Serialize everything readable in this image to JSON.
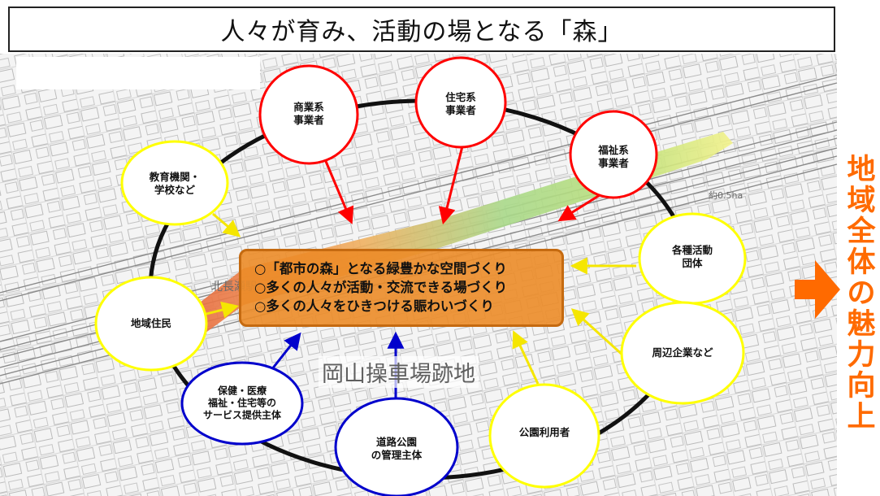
{
  "title": "人々が育み、活動の場となる「森」",
  "side_label": [
    "地",
    "域",
    "全",
    "体",
    "の",
    "魅",
    "力",
    "向",
    "上"
  ],
  "center": {
    "lines": [
      "○「都市の森」となる緑豊かな空間づくり",
      "○多くの人々が活動・交流できる場づくり",
      "○多くの人々をひきつける賑わいづくり"
    ]
  },
  "map_labels": {
    "site_name": "岡山操車場跡地",
    "district": "北長瀬駅",
    "area": "約0.5ha"
  },
  "nodes": [
    {
      "id": "shogyo",
      "lines": [
        "商業系",
        "事業者"
      ],
      "color": "#ff0000"
    },
    {
      "id": "jutaku",
      "lines": [
        "住宅系",
        "事業者"
      ],
      "color": "#ff0000"
    },
    {
      "id": "fukushi",
      "lines": [
        "福祉系",
        "事業者"
      ],
      "color": "#ff0000"
    },
    {
      "id": "kyoiku",
      "lines": [
        "教育機関・",
        "学校など"
      ],
      "color": "#ffff00"
    },
    {
      "id": "kakushu",
      "lines": [
        "各種活動",
        "団体"
      ],
      "color": "#ffff00"
    },
    {
      "id": "chiiki",
      "lines": [
        "地域住民"
      ],
      "color": "#ffff00"
    },
    {
      "id": "shuhen",
      "lines": [
        "周辺企業など"
      ],
      "color": "#ffff00"
    },
    {
      "id": "koen",
      "lines": [
        "公園利用者"
      ],
      "color": "#ffff00"
    },
    {
      "id": "hoken",
      "lines": [
        "保健・医療",
        "福祉・住宅等の",
        "サービス提供主体"
      ],
      "color": "#0000cc"
    },
    {
      "id": "doro",
      "lines": [
        "道路公園",
        "の管理主体"
      ],
      "color": "#0000cc"
    }
  ],
  "colors": {
    "red": "#ff0000",
    "yellow": "#ffff00",
    "blue": "#0000cc",
    "orange": "#ff6a00",
    "center_fill": "#ec8c28"
  }
}
